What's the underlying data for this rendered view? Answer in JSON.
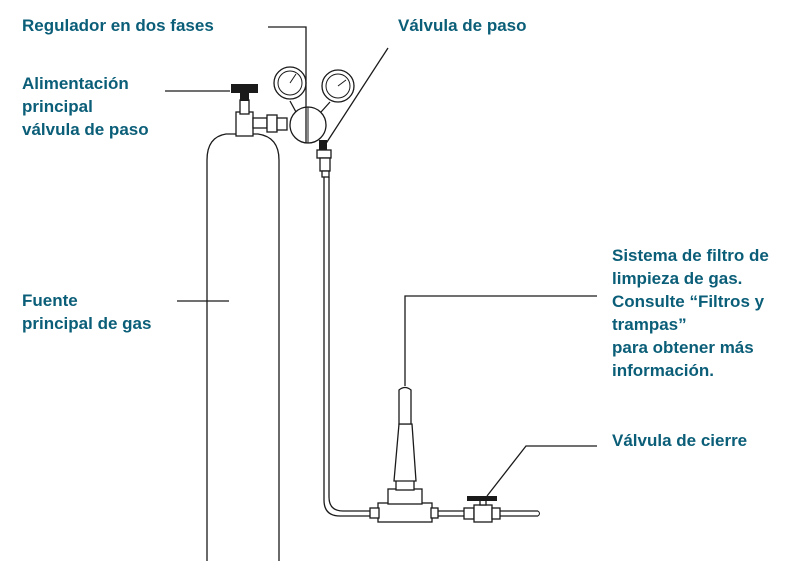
{
  "labels": {
    "regulator": [
      "Regulador en dos fases"
    ],
    "shutoff_valve_top": [
      "Válvula de paso"
    ],
    "main_supply_valve": [
      "Alimentación",
      "principal",
      "válvula de paso"
    ],
    "gas_source": [
      "Fuente",
      "principal de gas"
    ],
    "filter_system": [
      "Sistema de filtro de",
      "limpieza de gas.",
      "Consulte “Filtros y",
      "trampas”",
      "para obtener más",
      "información."
    ],
    "shutoff_valve_bottom": [
      "Válvula de cierre"
    ]
  },
  "colors": {
    "label_text": "#0b5e78",
    "line_art": "#1a1a1a",
    "background": "#ffffff"
  }
}
